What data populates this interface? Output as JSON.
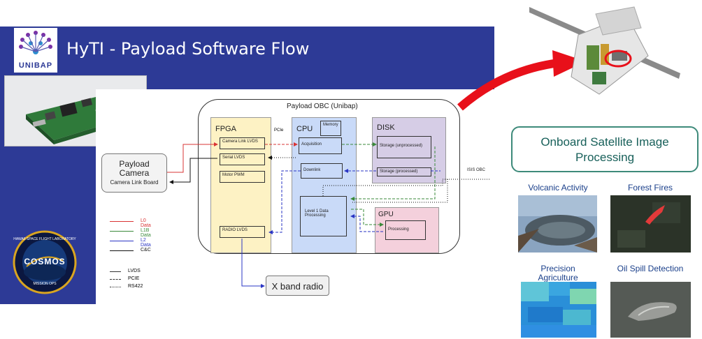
{
  "slide": {
    "title": "HyTI - Payload Software Flow",
    "logo_text": "UNIBAP",
    "badge_text": "COSMOS",
    "badge_ring": "HAWAII SPACE FLIGHT LABORATORY",
    "badge_bottom": "MISSION OPS"
  },
  "diagram": {
    "obc_title": "Payload OBC (Unibap)",
    "fpga": {
      "title": "FPGA",
      "items": [
        "Camera Link LVDS",
        "Serial LVDS",
        "Motor PWM",
        "RADIO LVDS"
      ]
    },
    "pcie_label": "PCIe",
    "cpu": {
      "title": "CPU",
      "memory": "Memory",
      "items": [
        "Acquisition",
        "Downlink",
        "Level 1 Data Processing"
      ]
    },
    "disk": {
      "title": "DISK",
      "items": [
        "Storage (unprocessed)",
        "Storage (processed)"
      ]
    },
    "gpu": {
      "title": "GPU",
      "items": [
        "Processing"
      ]
    },
    "payload_camera": {
      "title_line1": "Payload",
      "title_line2": "Camera",
      "subtitle": "Camera Link Board"
    },
    "xband": "X band radio",
    "isis_label": "ISIS OBC",
    "legend_data": [
      {
        "label": "L0 Data",
        "color": "#d93434"
      },
      {
        "label": "L1B Data",
        "color": "#3a8a3a"
      },
      {
        "label": "L2 Data",
        "color": "#2a35c4"
      },
      {
        "label": "C&C",
        "color": "#111111"
      }
    ],
    "legend_lines": [
      {
        "label": "LVDS",
        "style": "solid"
      },
      {
        "label": "PCIE",
        "style": "dashed"
      },
      {
        "label": "RS422",
        "style": "dotted"
      }
    ]
  },
  "right_panel": {
    "callout_line1": "Onboard Satellite Image",
    "callout_line2": "Processing",
    "examples": [
      {
        "label": "Volcanic Activity"
      },
      {
        "label": "Forest Fires"
      },
      {
        "label": "Precision Agriculture"
      },
      {
        "label": "Oil Spill Detection"
      }
    ]
  },
  "colors": {
    "slide_bg": "#2d3a96",
    "fpga": "#fdf2c4",
    "cpu": "#c9daf8",
    "disk": "#d6cde6",
    "gpu": "#f4d0dc",
    "callout_text": "#18605a",
    "caption": "#1a3f8a",
    "arrow": "#e8101a"
  }
}
